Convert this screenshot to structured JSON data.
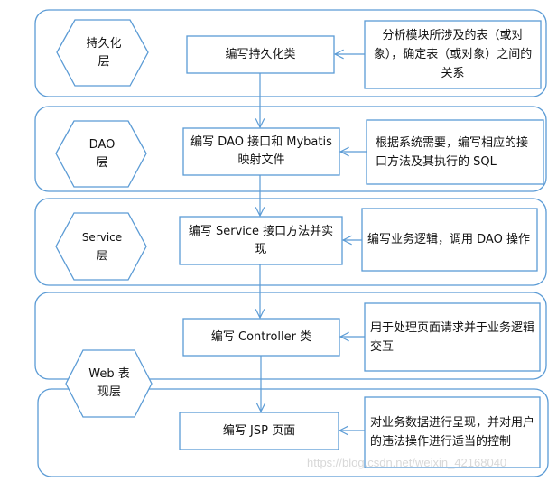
{
  "colors": {
    "stroke": "#5b9bd5",
    "text": "#111111"
  },
  "layers": [
    {
      "name": "持久化层",
      "step": "编写持久化类",
      "desc": "分析模块所涉及的表（或对象），确定表（或对象）之间的关系"
    },
    {
      "name": "DAO层",
      "step": "编写 DAO 接口和 Mybatis 映射文件",
      "desc": "根据系统需要，编写相应的接口方法及其执行的 SQL"
    },
    {
      "name": "Service层",
      "step": "编写 Service 接口方法并实现",
      "desc": "编写业务逻辑，调用 DAO 操作"
    },
    {
      "name": "Web 表现层",
      "step": "编写 Controller 类",
      "desc": "用于处理页面请求并于业务逻辑交互"
    },
    {
      "step": "编写 JSP 页面",
      "desc": "对业务数据进行呈现，并对用户的违法操作进行适当的控制"
    }
  ],
  "watermark": "https://blog.csdn.net/weixin_42168040"
}
